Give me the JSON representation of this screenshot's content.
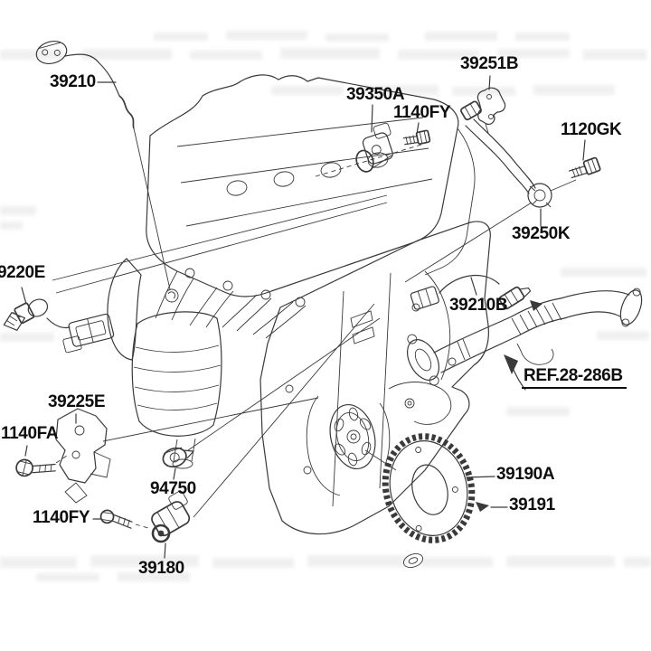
{
  "diagram_type": "engine-parts-exploded-diagram",
  "labels": {
    "p39210": "39210",
    "p39251B": "39251B",
    "p39350A": "39350A",
    "p1140FY_top": "1140FY",
    "p1120GK": "1120GK",
    "p39250K": "39250K",
    "p9220E": "9220E",
    "p39210B": "39210B",
    "pREF": "REF.28-286B",
    "p39225E": "39225E",
    "p1140FA": "1140FA",
    "p94750": "94750",
    "p1140FY_bot": "1140FY",
    "p39180": "39180",
    "p39190A": "39190A",
    "p39191": "39191"
  },
  "colors": {
    "line": "#3a3a3a",
    "label": "#0e0e0e",
    "background": "#ffffff",
    "watermark": "#e3e3e3"
  }
}
